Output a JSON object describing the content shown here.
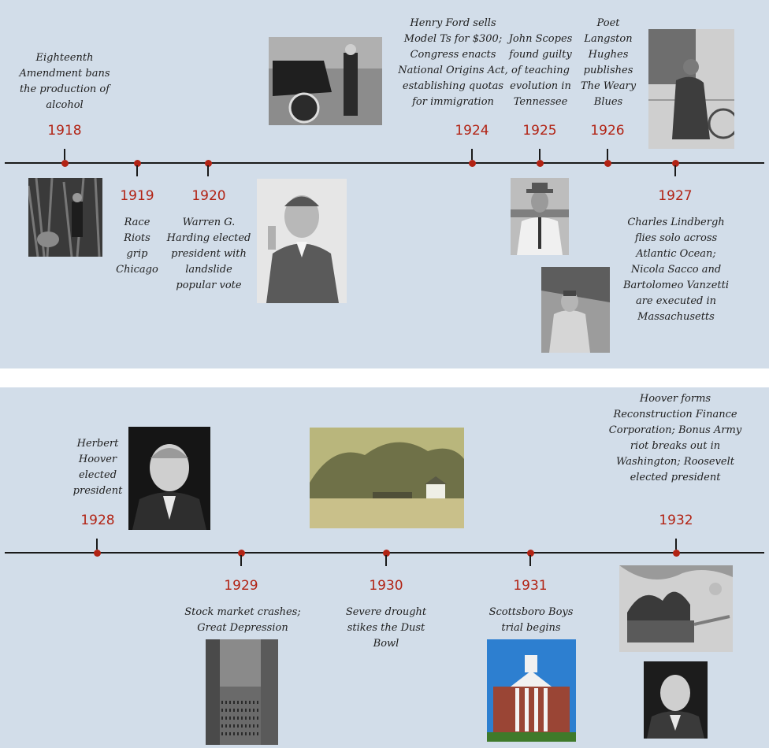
{
  "timeline_top": {
    "entries": [
      {
        "year": "1918",
        "event": "Eighteenth Amendment bans the production of alcohol"
      },
      {
        "year": "1919",
        "event": "Race Riots grip Chicago"
      },
      {
        "year": "1920",
        "event": "Warren G. Harding elected president with landslide popular vote"
      },
      {
        "year": "1924",
        "event": "Henry Ford sells Model Ts for $300; Congress enacts National Origins Act, establishing quotas for immigration"
      },
      {
        "year": "1925",
        "event": "John Scopes found guilty of teaching evolution in Tennessee"
      },
      {
        "year": "1926",
        "event": "Poet Langston Hughes publishes The Weary Blues"
      },
      {
        "year": "1927",
        "event": "Charles Lindbergh flies solo across Atlantic Ocean; Nicola Sacco and Bartolomeo Vanzetti are executed in Massachusetts"
      }
    ]
  },
  "timeline_bottom": {
    "entries": [
      {
        "year": "1928",
        "event": "Herbert Hoover elected president"
      },
      {
        "year": "1929",
        "event": "Stock market crashes; Great Depression"
      },
      {
        "year": "1930",
        "event": "Severe drought stikes the Dust Bowl"
      },
      {
        "year": "1931",
        "event": "Scottsboro Boys trial begins"
      },
      {
        "year": "1932",
        "event": "Hoover forms Reconstruction Finance Corporation; Bonus Army riot breaks out in Washington; Roosevelt elected president"
      }
    ]
  },
  "colors": {
    "panel_background": "#d2dde9",
    "year_text": "#b22314",
    "marker_dot": "#b22314",
    "axis_line": "#1a1a1a"
  }
}
